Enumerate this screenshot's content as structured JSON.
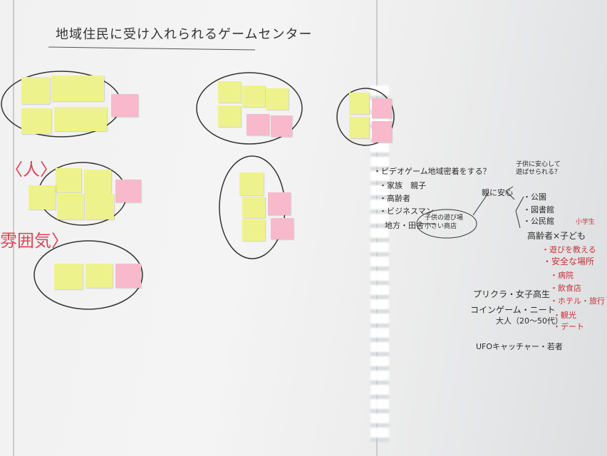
{
  "title": "地域住民に受け入れられるゲームセンター",
  "labels": {
    "people": "〈人〉",
    "atmosphere": "雰囲気〉"
  },
  "notes_left": {
    "bullet1": "・ビデオゲーム地域密着をする？",
    "bullet2": "・家族　親子",
    "bullet3": "・高齢者",
    "bullet4": "・ビジネスマン",
    "bullet5": "地方・田舎",
    "circle": "子供の遊び場 小さい商店",
    "branch": "親に安心"
  },
  "notes_right": {
    "top": "子供に安心して遊ばせられる？",
    "list": [
      "・公園",
      "・図書館",
      "・公民館"
    ],
    "elderly": "高齢者×子ども",
    "small": "小学生",
    "items": [
      "・遊びを教える",
      "・安全な場所",
      "・病院",
      "・飲食店",
      "・ホテル・旅行",
      "・観光",
      "・デート"
    ]
  },
  "notes_bottom": {
    "line1": "プリクラ・女子高生",
    "line2": "コインゲーム・ニート",
    "line3": "大人（20〜50代）",
    "line4": "UFOキャッチャー・若者"
  },
  "colors": {
    "yellow_note": "#eef28c",
    "pink_note": "#f7b9cb",
    "red_marker": "#e0455a"
  }
}
